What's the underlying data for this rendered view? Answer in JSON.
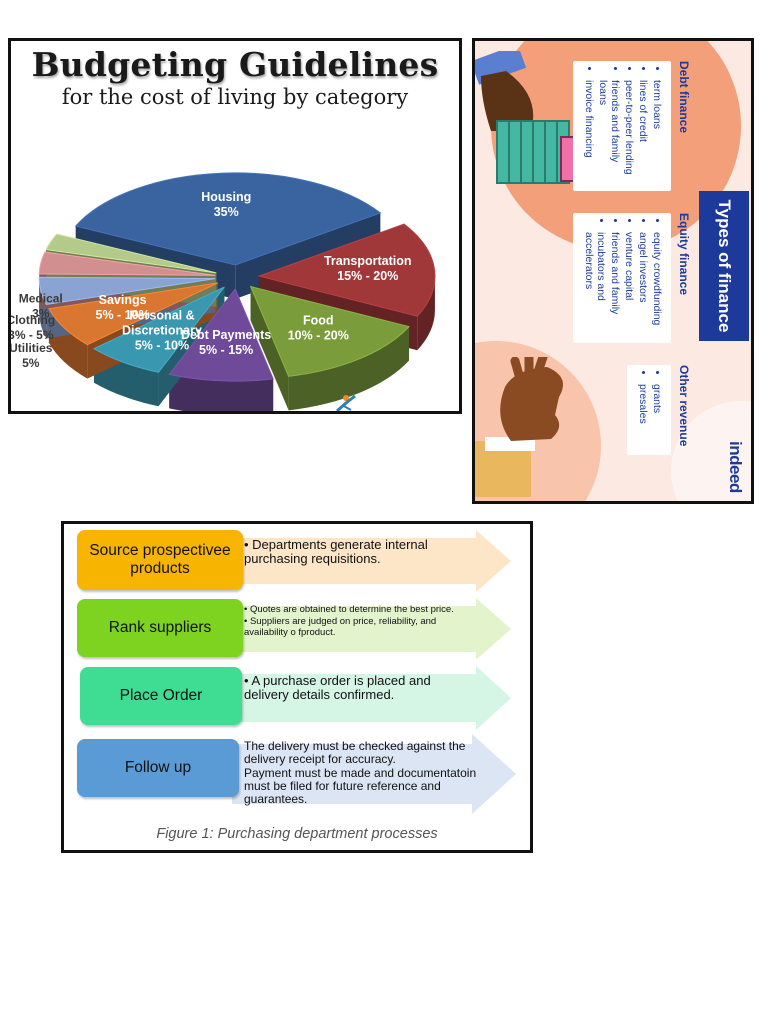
{
  "budget": {
    "title": "Budgeting Guidelines",
    "subtitle": "for the cost of living by category",
    "chart_data": {
      "type": "pie",
      "title": "Budgeting Guidelines",
      "subtitle": "for the cost of living by category",
      "slices": [
        {
          "label": "Housing",
          "value_text": "35%",
          "value": 35,
          "color": "#3a64a0"
        },
        {
          "label": "Transportation",
          "value_text": "15% - 20%",
          "value": 17.5,
          "color": "#a0383a"
        },
        {
          "label": "Food",
          "value_text": "10% - 20%",
          "value": 15,
          "color": "#7b9c3b"
        },
        {
          "label": "Debt Payments",
          "value_text": "5% - 15%",
          "value": 10,
          "color": "#6e4a98"
        },
        {
          "label": "Personal & Discretionary",
          "value_text": "5% - 10%",
          "value": 7.5,
          "color": "#3a97b0"
        },
        {
          "label": "Savings",
          "value_text": "5% - 10%",
          "value": 7.5,
          "color": "#d9762f"
        },
        {
          "label": "Utilities",
          "value_text": "5%",
          "value": 5,
          "color": "#8aa3d2"
        },
        {
          "label": "Clothing",
          "value_text": "3% - 5%",
          "value": 4,
          "color": "#d28f90"
        },
        {
          "label": "Medical",
          "value_text": "3%",
          "value": 3,
          "color": "#b4ca8a"
        }
      ]
    }
  },
  "finance": {
    "title": "Types of finance",
    "brand": "indeed",
    "columns": [
      {
        "heading": "Debt finance",
        "items": [
          "term loans",
          "lines of credit",
          "peer-to-peer lending",
          "friends and family loans",
          "invoice financing"
        ]
      },
      {
        "heading": "Equity finance",
        "items": [
          "equity crowdfunding",
          "angel investors",
          "venture capital",
          "friends and family",
          "incubators and accelerators"
        ]
      },
      {
        "heading": "Other revenue",
        "items": [
          "grants",
          "presales"
        ]
      }
    ]
  },
  "process": {
    "caption": "Figure 1: Purchasing department processes",
    "steps": [
      {
        "label": "Source prospectivee products",
        "box_color": "#f7b400",
        "arrow_color": "#fde6c8",
        "lines": [
          "• Departments generate internal purchasing requisitions."
        ]
      },
      {
        "label": "Rank suppliers",
        "box_color": "#7ed321",
        "arrow_color": "#e3f4cd",
        "lines": [
          "• Quotes are obtained to determine the best price.",
          "• Suppliers are judged on price, reliability, and availability o fproduct."
        ]
      },
      {
        "label": "Place Order",
        "box_color": "#3fdc93",
        "arrow_color": "#d5f5e5",
        "lines": [
          "• A purchase order is placed and delivery details confirmed."
        ]
      },
      {
        "label": "Follow up",
        "box_color": "#5b9bd5",
        "arrow_color": "#dbe5f3",
        "lines": [
          "The delivery must be checked against the delivery receipt for accuracy.",
          "Payment must be made and documentatoin must be filed for future reference and guarantees."
        ]
      }
    ]
  }
}
